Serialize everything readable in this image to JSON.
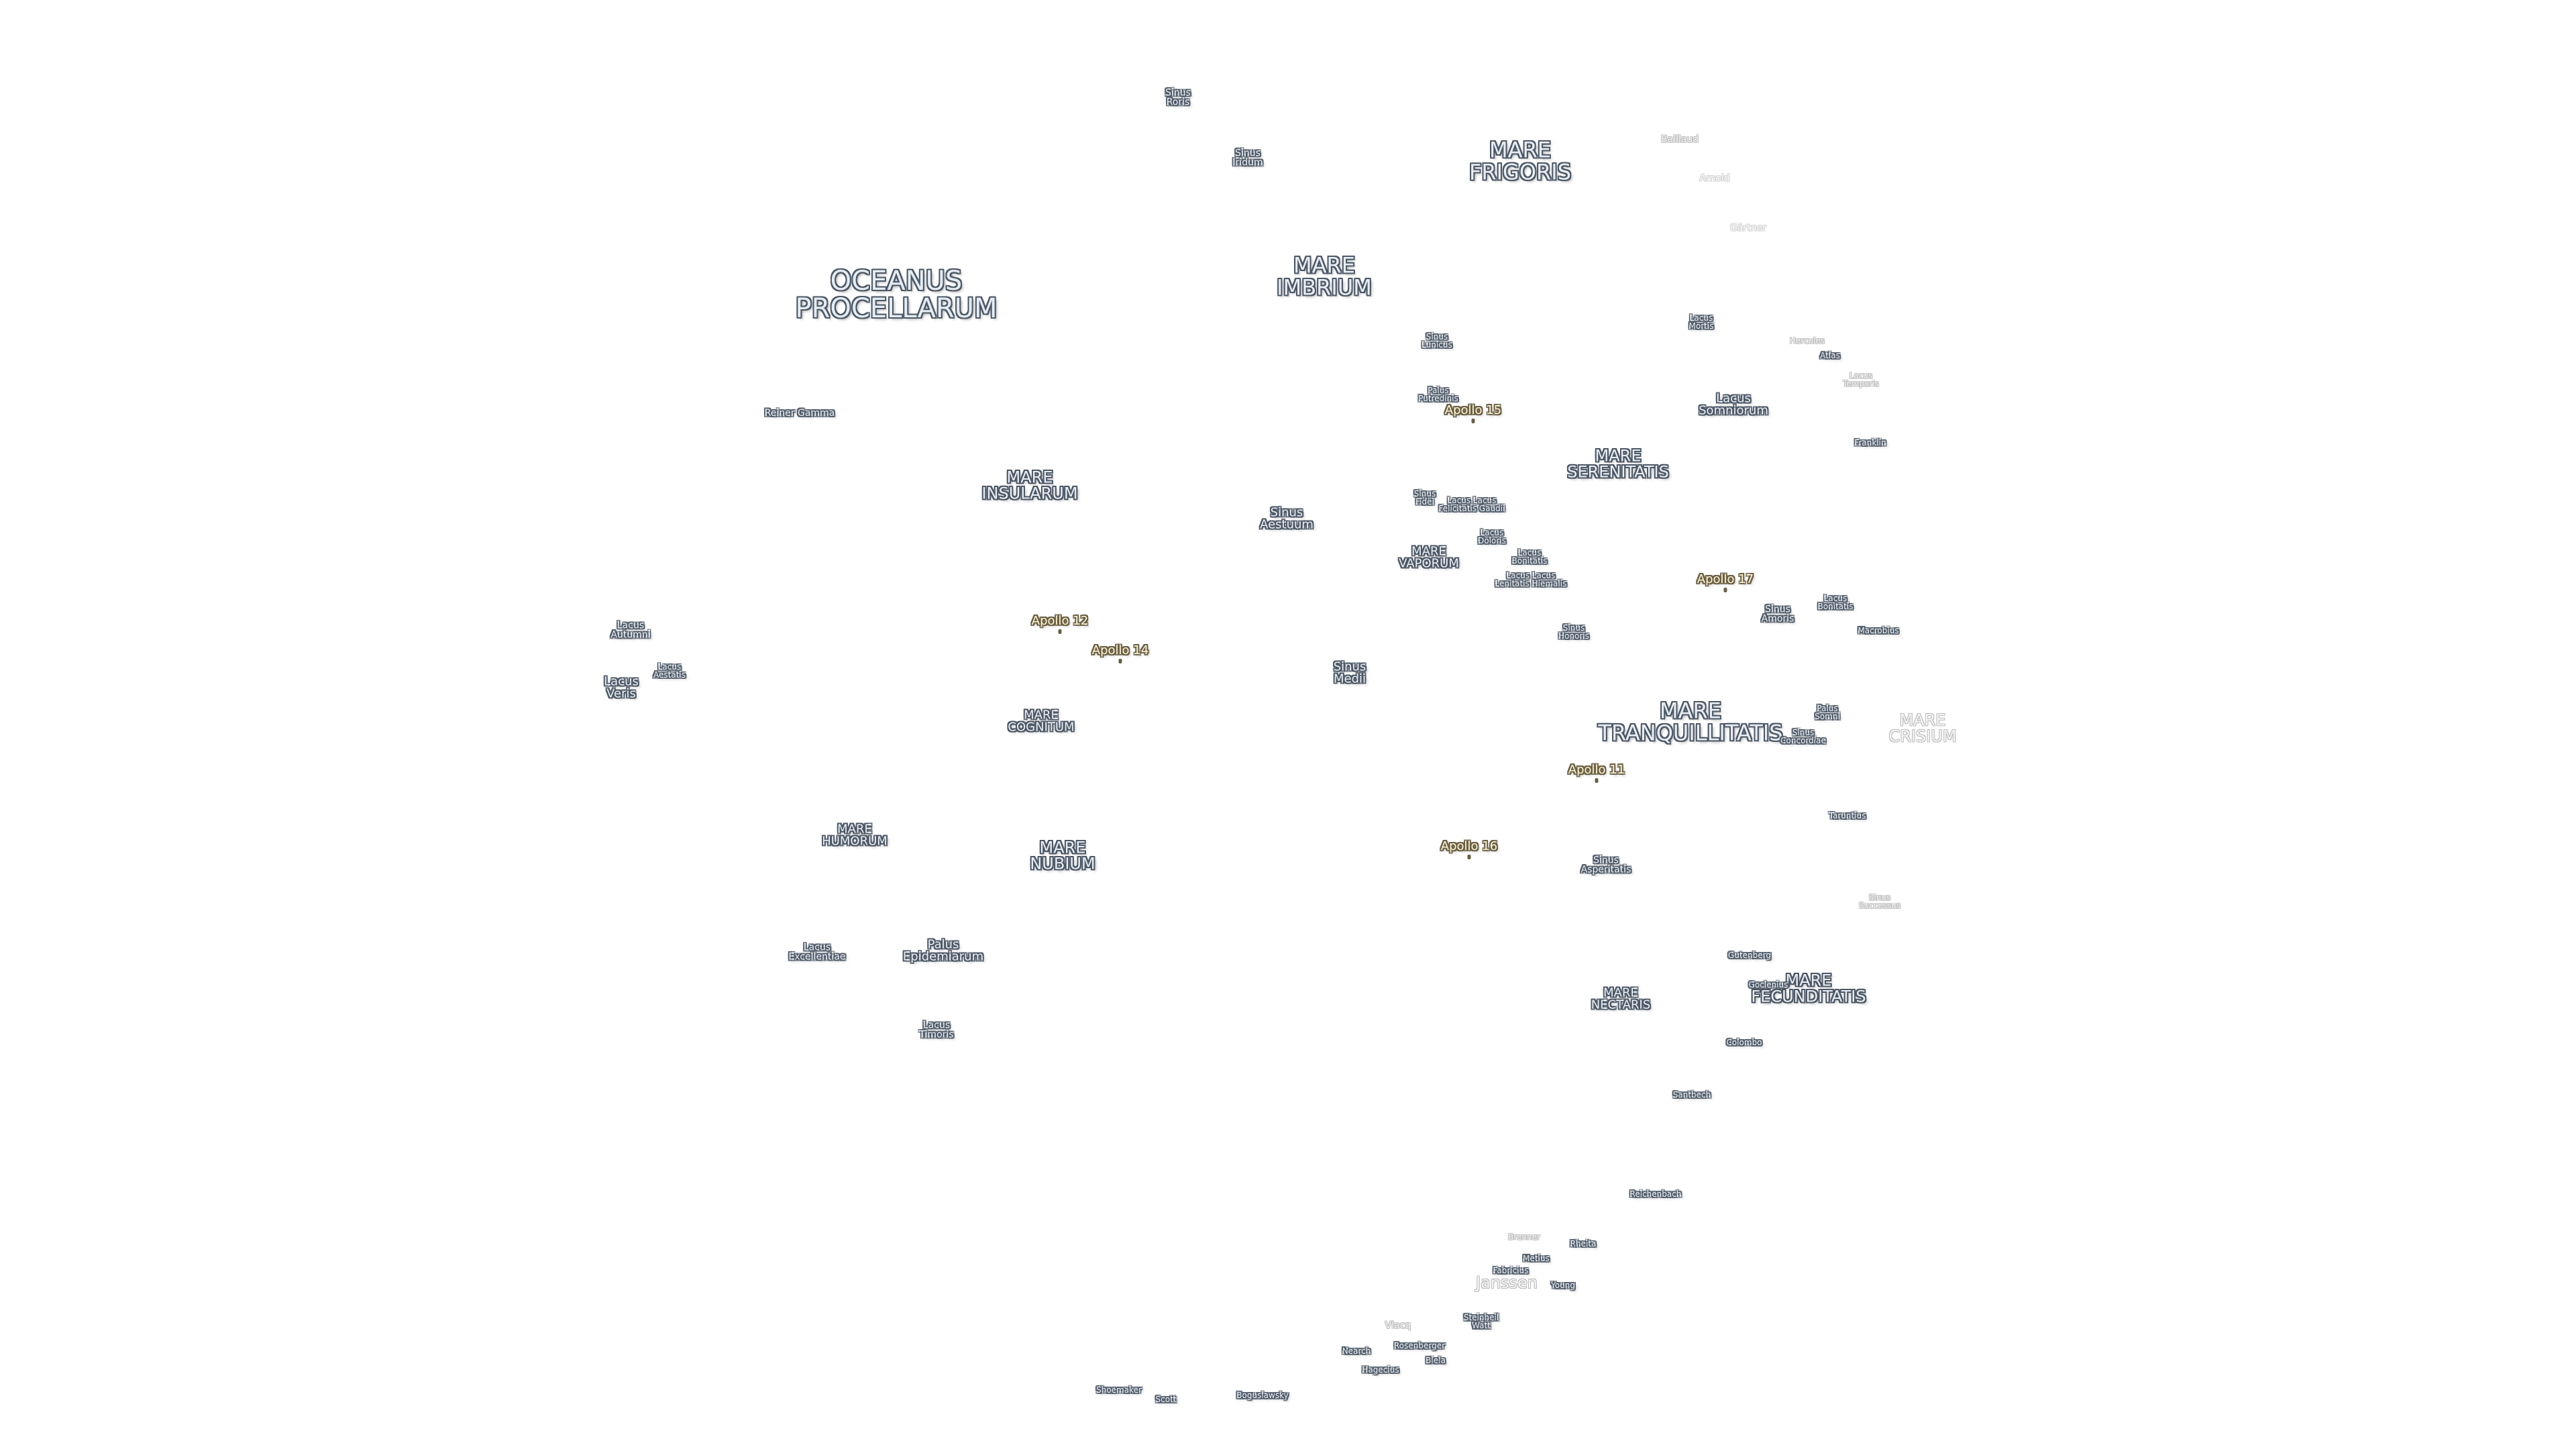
{
  "map": {
    "colors": {
      "background": "#ffffff",
      "label_fill": "#e9eef4",
      "label_outline": "#4d5866",
      "apollo_fill": "#fff6d6",
      "apollo_outline": "#6a5f45",
      "faint_outline": "#bcbcbc"
    },
    "maria": {
      "oceanus_procellarum": "OCEANUS\nPROCELLARUM",
      "mare_frigoris": "MARE\nFRIGORIS",
      "mare_imbrium": "MARE\nIMBRIUM",
      "mare_serenitatis": "MARE\nSERENITATIS",
      "mare_insularum": "MARE\nINSULARUM",
      "mare_vaporum": "MARE\nVAPORUM",
      "mare_cognitum": "MARE\nCOGNITUM",
      "mare_tranquillitatis": "MARE\nTRANQUILLITATIS",
      "mare_crisium": "MARE\nCRISIUM",
      "mare_humorum": "MARE\nHUMORUM",
      "mare_nubium": "MARE\nNUBIUM",
      "mare_nectaris": "MARE\nNECTARIS",
      "mare_fecunditatis": "MARE\nFECUNDITATIS"
    },
    "sinus": {
      "roris": "Sinus\nRoris",
      "iridum": "Sinus\nIridum",
      "lunicus": "Sinus\nLunicus",
      "fidei": "Sinus\nFidei",
      "aestuum": "Sinus\nAestuum",
      "medii": "Sinus\nMedii",
      "honoris": "Sinus\nHonoris",
      "amoris": "Sinus\nAmoris",
      "concordiae": "Sinus\nConcordiae",
      "asperitatis": "Sinus\nAsperitatis",
      "successus": "Sinus\nSuccessus"
    },
    "lacus_palus": {
      "lacus_mortis": "Lacus\nMortis",
      "lacus_temporis": "Lacus\nTemporis",
      "lacus_somniorum": "Lacus\nSomniorum",
      "palus_putredinis": "Palus\nPutredinis",
      "lacus_felicitatis": "Lacus Lacus\nFelicitatis Gaudii",
      "lacus_doloris": "Lacus\nDoloris",
      "lacus_benitatis": "Lacus\nBonitatis",
      "lacus_hiemalis": "Lacus Lacus\nLenitatis Hiemalis",
      "lacus_bonitatis2": "Lacus\nBonitatis",
      "palus_somni": "Palus\nSomni",
      "lacus_autumni": "Lacus\nAutumni",
      "lacus_aestatis": "Lacus\nAestatis",
      "lacus_veris": "Lacus\nVeris",
      "lacus_excellentiae": "Lacus\nExcellentiae",
      "palus_epidemiarum": "Palus\nEpidemiarum",
      "lacus_timoris": "Lacus\nTimoris"
    },
    "features": {
      "reiner_gamma": "Reiner Gamma",
      "bailleul": "Baillaud",
      "arnold": "Arnold",
      "gartner": "Gärtner",
      "hercules": "Hercules",
      "atlas": "Atlas",
      "franklin": "Franklin",
      "macrobius": "Macrobius",
      "taruntius": "Taruntius",
      "gutenberg": "Gutenberg",
      "goclenius": "Goclenius",
      "colombo": "Colombo",
      "santbech": "Santbech",
      "reichenbach": "Reichenbach",
      "brenner": "Brenner",
      "metius": "Metius",
      "fabricius": "Fabricius",
      "janssen": "Janssen",
      "rheita": "Rheita",
      "young": "Young",
      "vlacq": "Vlacq",
      "rosenberger": "Rosenberger",
      "biela": "Biela",
      "steinheil": "Steinheil\nWatt",
      "hagecius": "Hagecius",
      "nearch": "Nearch",
      "shoemaker": "Shoemaker",
      "scott": "Scott",
      "boguslawsky": "Boguslawsky"
    },
    "apollo": {
      "a11": "Apollo 11",
      "a12": "Apollo 12",
      "a14": "Apollo 14",
      "a15": "Apollo 15",
      "a16": "Apollo 16",
      "a17": "Apollo 17"
    }
  }
}
